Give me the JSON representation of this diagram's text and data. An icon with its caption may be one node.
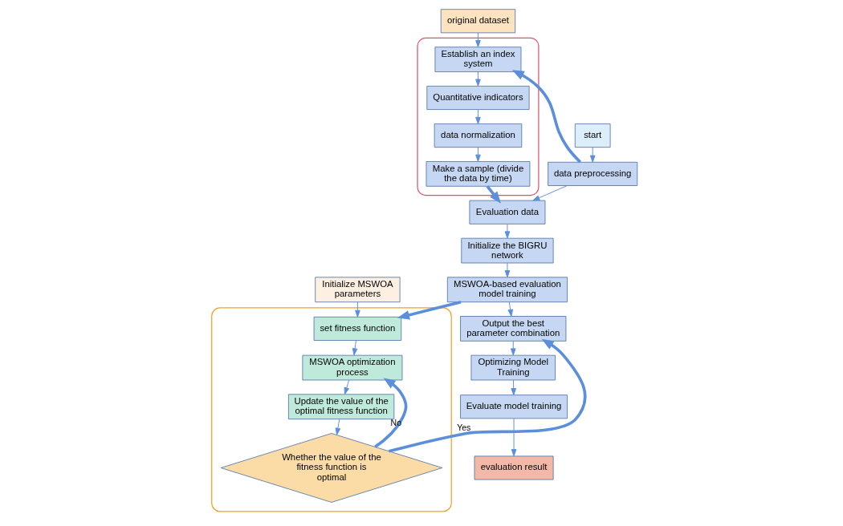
{
  "diagram": {
    "nodes": [
      {
        "text": [
          "original dataset"
        ]
      },
      {
        "text": [
          "start"
        ]
      },
      {
        "text": [
          "Initialize MSWOA parameters"
        ]
      },
      {
        "text": [],
        "shape": "box"
      },
      {
        "text": [
          "Establish an index system"
        ],
        "in": 3
      },
      {
        "text": [
          "Quantitative indicators"
        ],
        "in": 3
      },
      {
        "text": [
          "data normalization"
        ],
        "in": 3
      },
      {
        "text": [
          "Make a sample (divide the data by time)"
        ],
        "in": 3
      },
      {
        "text": [
          "data preprocessing"
        ]
      },
      {
        "text": [
          "Evaluation data"
        ]
      },
      {
        "text": [
          "Initialize the BIGRU network"
        ]
      },
      {
        "text": [
          "MSWOA-based evaluation model training"
        ]
      },
      {
        "text": [
          "Output the best parameter combination"
        ]
      },
      {
        "text": [
          "Optimizing Model Training"
        ]
      },
      {
        "text": [
          "Evaluate model training"
        ]
      },
      {
        "text": [
          "evaluation result"
        ]
      },
      {
        "text": [],
        "shape": "box"
      },
      {
        "text": [
          "set fitness function"
        ],
        "in": 16
      },
      {
        "text": [
          "MSWOA optimization process"
        ],
        "in": 16
      },
      {
        "text": [
          "Update the value of the optimal fitness function"
        ],
        "in": 16
      },
      {
        "text": [
          "Whether the value of the fitness function is optimal"
        ],
        "in": 16
      }
    ],
    "edges": [
      {
        "from": 0,
        "to": 4,
        "arrow": "to"
      },
      {
        "from": 4,
        "to": 5,
        "arrow": "to"
      },
      {
        "from": 5,
        "to": 6,
        "arrow": "to"
      },
      {
        "from": 6,
        "to": 7,
        "arrow": "to"
      },
      {
        "from": 1,
        "to": 8,
        "arrow": "to"
      },
      {
        "from": 8,
        "to": 4,
        "arrow": "to",
        "style": "thick"
      },
      {
        "from": 8,
        "to": 9,
        "arrow": "to"
      },
      {
        "from": 7,
        "to": 9,
        "arrow": "to",
        "style": "thick"
      },
      {
        "from": 9,
        "to": 10,
        "arrow": "to"
      },
      {
        "from": 10,
        "to": 11,
        "arrow": "to"
      },
      {
        "from": 11,
        "to": 17,
        "arrow": "to",
        "style": "thick"
      },
      {
        "from": 11,
        "to": 12,
        "arrow": "to"
      },
      {
        "from": 12,
        "to": 13,
        "arrow": "to"
      },
      {
        "from": 13,
        "to": 14,
        "arrow": "to"
      },
      {
        "from": 14,
        "to": 15,
        "arrow": "to"
      },
      {
        "from": 2,
        "to": 17,
        "arrow": "to"
      },
      {
        "from": 17,
        "to": 18,
        "arrow": "to"
      },
      {
        "from": 18,
        "to": 19,
        "arrow": "to"
      },
      {
        "from": 19,
        "to": 20,
        "arrow": "to"
      },
      {
        "from": 20,
        "to": 12,
        "label": "Yes",
        "arrow": "to",
        "style": "thick"
      },
      {
        "from": 20,
        "to": 18,
        "label": "No",
        "arrow": "to",
        "style": "thick"
      }
    ]
  }
}
